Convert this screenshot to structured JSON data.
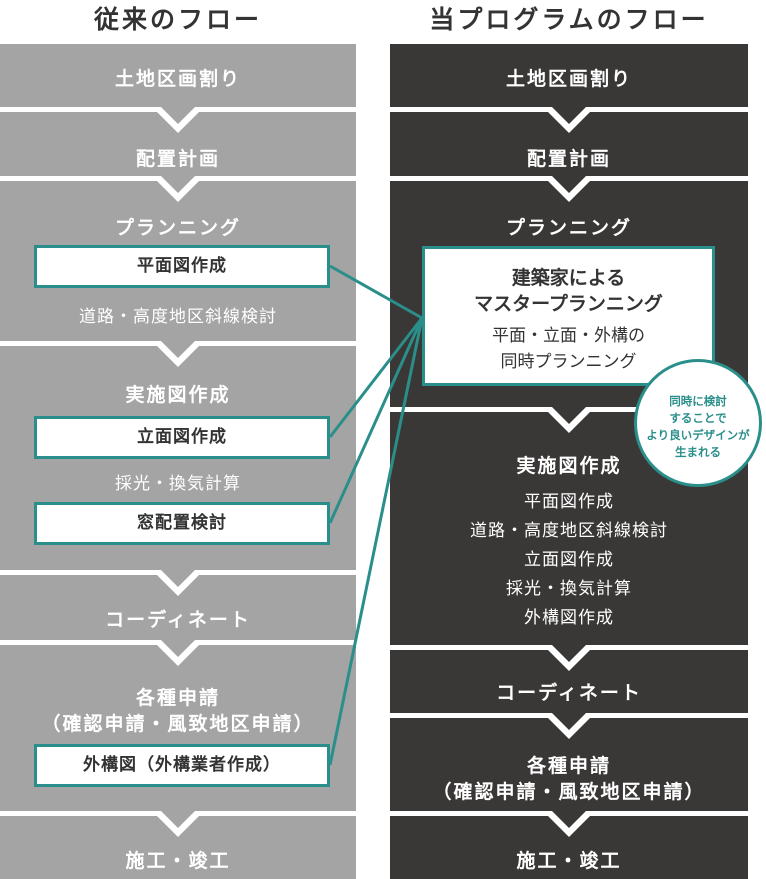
{
  "headings": {
    "left": "従来のフロー",
    "right": "当プログラムのフロー"
  },
  "left": {
    "land": "土地区画割り",
    "layout": "配置計画",
    "planning": "プランニング",
    "floor_plan": "平面図作成",
    "road_check": "道路・高度地区斜線検討",
    "working": "実施図作成",
    "elevation": "立面図作成",
    "light": "採光・換気計算",
    "window": "窓配置検討",
    "coordinate": "コーディネート",
    "apply_1": "各種申請",
    "apply_2": "（確認申請・風致地区申請）",
    "exterior": "外構図（外構業者作成）",
    "finish": "施工・竣工"
  },
  "right": {
    "land": "土地区画割り",
    "layout": "配置計画",
    "planning": "プランニング",
    "master_1": "建築家による",
    "master_2": "マスタープランニング",
    "master_3": "平面・立面・外構の",
    "master_4": "同時プランニング",
    "working": "実施図作成",
    "working_items": [
      "平面図作成",
      "道路・高度地区斜線検討",
      "立面図作成",
      "採光・換気計算",
      "外構図作成"
    ],
    "coordinate": "コーディネート",
    "apply_1": "各種申請",
    "apply_2": "（確認申請・風致地区申請）",
    "finish": "施工・竣工"
  },
  "badge": [
    "同時に検討",
    "することで",
    "より良いデザインが",
    "生まれる"
  ],
  "colors": {
    "left_bg": "#a3a4a3",
    "right_bg": "#3a3837",
    "accent": "#2a8f8a",
    "text": "#333333"
  }
}
